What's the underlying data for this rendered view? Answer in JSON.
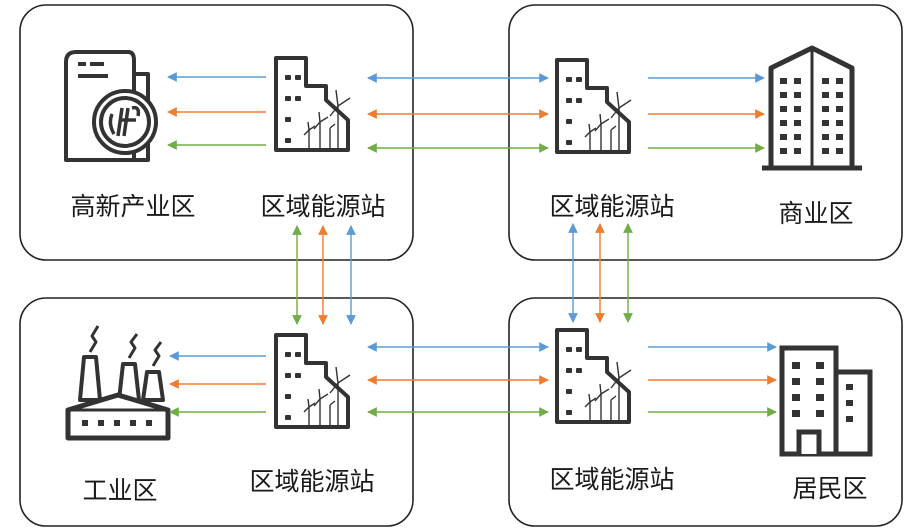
{
  "colors": {
    "blue": "#5b9bd5",
    "orange": "#ed7d31",
    "green": "#70ad47",
    "icon": "#333333",
    "panel_border": "#222222"
  },
  "panels": [
    {
      "zone_label": "高新产业区",
      "station_label": "区域能源站",
      "zone_icon": "high-tech-park-icon"
    },
    {
      "zone_label": "商业区",
      "station_label": "区域能源站",
      "zone_icon": "commercial-building-icon"
    },
    {
      "zone_label": "工业区",
      "station_label": "区域能源站",
      "zone_icon": "factory-icon"
    },
    {
      "zone_label": "居民区",
      "station_label": "区域能源站",
      "zone_icon": "residential-building-icon"
    }
  ]
}
